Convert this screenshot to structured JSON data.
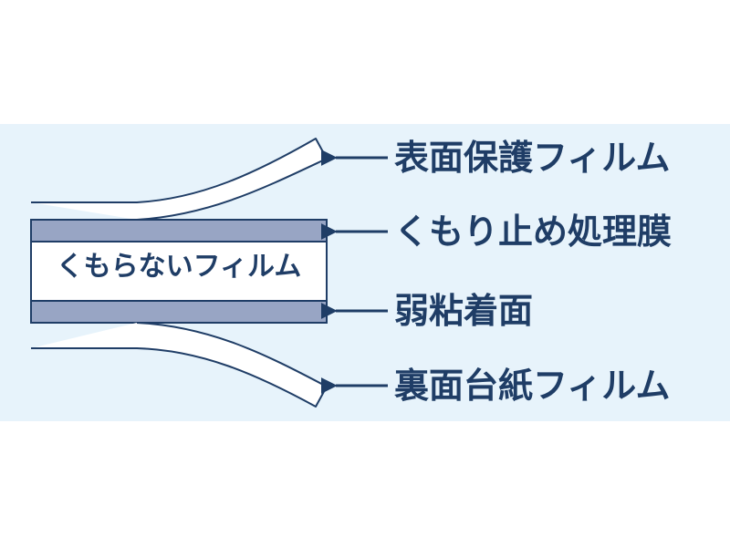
{
  "colors": {
    "panel_background": "#e7f3fb",
    "line": "#1f3d66",
    "layer_fill": "#98a5c4",
    "text": "#1f3d66"
  },
  "labels": {
    "surface_film": "表面保護フィルム",
    "antifog_layer": "くもり止め処理膜",
    "adhesive": "弱粘着面",
    "backing_film": "裏面台紙フィルム"
  },
  "center_label": "くもらないフィルム"
}
